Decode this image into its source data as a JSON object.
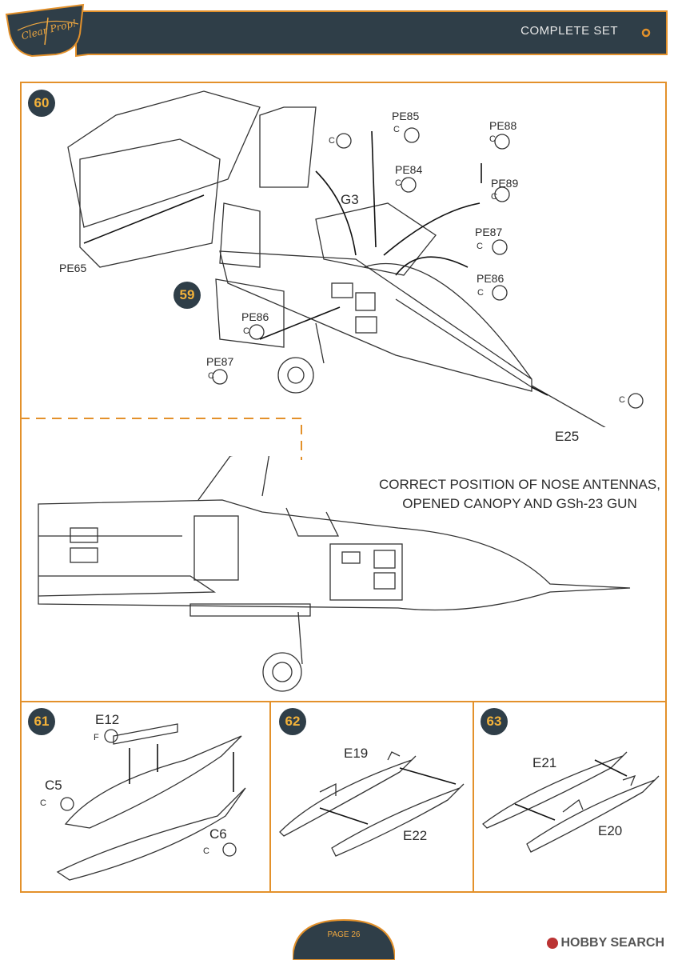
{
  "header": {
    "brand": "Clear Prop!",
    "title": "COMPLETE SET"
  },
  "panels": {
    "step60": {
      "number": "60",
      "labels": {
        "pe65": "PE65",
        "pe85": "PE85",
        "pe84": "PE84",
        "pe88": "PE88",
        "pe89": "PE89",
        "pe87a": "PE87",
        "pe86a": "PE86",
        "pe86b": "PE86",
        "pe87b": "PE87",
        "g3": "G3",
        "e25": "E25",
        "c": "C"
      }
    },
    "step59": {
      "number": "59"
    },
    "note": {
      "line1": "CORRECT POSITION OF NOSE ANTENNAS,",
      "line2": "OPENED CANOPY AND GSh-23 GUN"
    },
    "step61": {
      "number": "61",
      "labels": {
        "e12": "E12",
        "f": "F",
        "c5": "C5",
        "c6": "C6",
        "c": "C"
      }
    },
    "step62": {
      "number": "62",
      "labels": {
        "e19": "E19",
        "e22": "E22"
      }
    },
    "step63": {
      "number": "63",
      "labels": {
        "e21": "E21",
        "e20": "E20"
      }
    }
  },
  "footer": {
    "page": "PAGE 26",
    "watermark": "HOBBY SEARCH"
  },
  "colors": {
    "accent": "#e3912b",
    "dark": "#2f3e48",
    "stepText": "#f3b23a"
  }
}
